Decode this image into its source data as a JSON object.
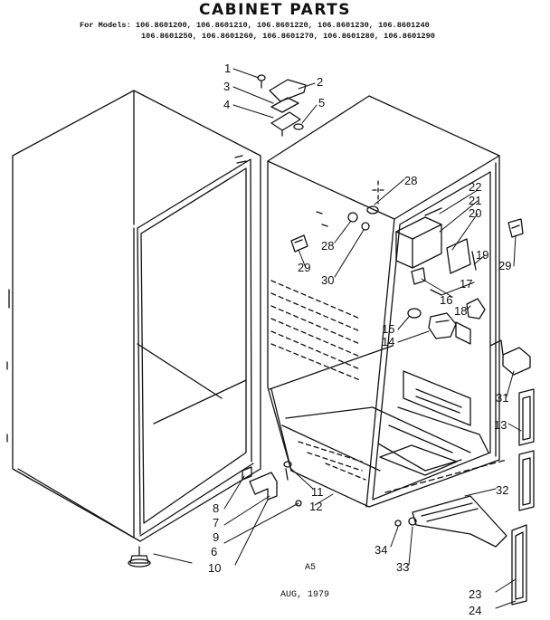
{
  "title": "CABINET PARTS",
  "models": {
    "prefix": "For Models:",
    "line1": "106.8601200, 106.8601210, 106.8601220, 106.8601230, 106.8601240",
    "line2": "106.8601250, 106.8601260, 106.8601270, 106.8601280, 106.8601290"
  },
  "footer": {
    "code": "A5",
    "date": "AUG, 1979"
  },
  "callouts": {
    "c1": "1",
    "c2": "2",
    "c3": "3",
    "c4": "4",
    "c5": "5",
    "c6": "6",
    "c7": "7",
    "c8": "8",
    "c9": "9",
    "c10": "10",
    "c11": "11",
    "c12": "12",
    "c13": "13",
    "c14": "14",
    "c15": "15",
    "c16": "16",
    "c17": "17",
    "c18": "18",
    "c19": "19",
    "c20": "20",
    "c21": "21",
    "c22": "22",
    "c23": "23",
    "c24": "24",
    "c28a": "28",
    "c28b": "28",
    "c29a": "29",
    "c29b": "29",
    "c30": "30",
    "c31": "31",
    "c32": "32",
    "c33": "33",
    "c34": "34"
  }
}
